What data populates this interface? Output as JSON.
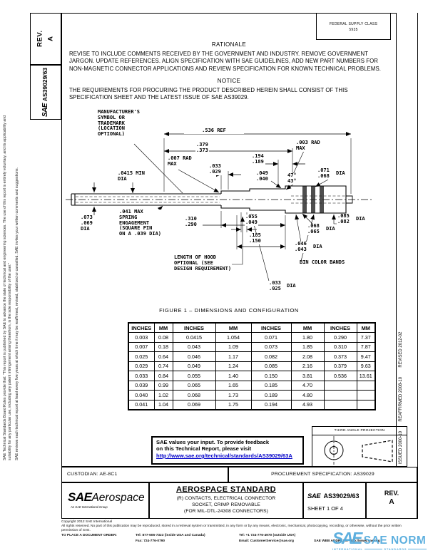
{
  "header": {
    "rev_label": "REV.",
    "rev_value": "A",
    "sae_logo": "SAE",
    "doc_number": "AS39029/63",
    "supply_class_line1": "FEDERAL SUPPLY CLASS",
    "supply_class_line2": "5935"
  },
  "margins": {
    "disclaimer": "SAE Technical Standards Board Rules provide that: \"This report is published by SAE to advance the state of technical and engineering sciences. The use of this report is entirely voluntary, and its applicability and suitability for any particular use, including any patent infringement arising therefrom, is the sole responsibility of the user.\"",
    "review_note": "SAE reviews each technical report at least every five years at which time it may be reaffirmed, revised, stabilized or cancelled. SAE invites your written comments and suggestions.",
    "dates": "ISSUED 2000-10        REAFFIRMED 2008-10        REVISED 2012-02"
  },
  "rationale": {
    "heading": "RATIONALE",
    "body": "REVISE TO INCLUDE COMMENTS RECEIVED BY THE GOVERNMENT AND INDUSTRY. REMOVE GOVERNMENT JARGON. UPDATE REFERENCES. ALIGN SPECIFICATION WITH SAE GUIDELINES, ADD NEW PART NUMBERS FOR NON-MAGNETIC CONNECTOR APPLICATIONS AND REVIEW SPECIFICATION FOR KNOWN TECHNICAL PROBLEMS."
  },
  "notice": {
    "heading": "NOTICE",
    "body": "THE REQUIREMENTS FOR PROCURING THE PRODUCT DESCRIBED HEREIN SHALL CONSIST OF THIS SPECIFICATION SHEET AND THE LATEST ISSUE OF SAE AS39029."
  },
  "drawing": {
    "labels": {
      "mfr": "MANUFACTURER'S\nSYMBOL OR\nTRADEMARK\n(LOCATION\n OPTIONAL)",
      "ref536": ".536 REF",
      "d379": ".379\n.373",
      "rad007": ".007 RAD\nMAX",
      "d194": ".194\n.189",
      "d033_029": ".033\n.029",
      "d0415": ".0415 MIN\nDIA",
      "rad003": ".003 RAD\nMAX",
      "d049_040": ".049\n.040",
      "angle": "47°\n43°",
      "d071_068": ".071\n.068",
      "d085_082": ".085\n.082",
      "d073_069": ".073\n.069\nDIA",
      "spring": ".041 MAX\nSPRING\nENGAGEMENT\n(SQUARE PIN\nON A .039 DIA)",
      "d310_290": ".310\n.290",
      "d055_049": ".055\n.049",
      "d185_150": ".185\n.150",
      "d068_065": ".068\n.065",
      "d046_043": ".046\n.043",
      "bin": "BIN COLOR BANDS",
      "hood": "LENGTH OF HOOD\nOPTIONAL (SEE\nDESIGN REQUIREMENT)",
      "d033_025": ".033\n.025",
      "dia": "DIA"
    }
  },
  "figure_caption": "FIGURE 1 – DIMENSIONS AND CONFIGURATION",
  "table": {
    "headers": [
      "INCHES",
      "MM",
      "INCHES",
      "MM",
      "INCHES",
      "MM",
      "INCHES",
      "MM"
    ],
    "rows": [
      [
        "0.003",
        "0.08",
        "0.0415",
        "1.054",
        "0.071",
        "1.80",
        "0.290",
        "7.37"
      ],
      [
        "0.007",
        "0.18",
        "0.043",
        "1.09",
        "0.073",
        "1.85",
        "0.310",
        "7.87"
      ],
      [
        "0.025",
        "0.64",
        "0.046",
        "1.17",
        "0.082",
        "2.08",
        "0.373",
        "9.47"
      ],
      [
        "0.029",
        "0.74",
        "0.049",
        "1.24",
        "0.085",
        "2.16",
        "0.379",
        "9.63"
      ],
      [
        "0.033",
        "0.84",
        "0.055",
        "1.40",
        "0.150",
        "3.81",
        "0.536",
        "13.61"
      ],
      [
        "0.039",
        "0.99",
        "0.065",
        "1.65",
        "0.185",
        "4.70",
        "",
        ""
      ],
      [
        "0.040",
        "1.02",
        "0.068",
        "1.73",
        "0.189",
        "4.80",
        "",
        ""
      ],
      [
        "0.041",
        "1.04",
        "0.069",
        "1.75",
        "0.194",
        "4.93",
        "",
        ""
      ]
    ]
  },
  "feedback": {
    "line1": "SAE values your input. To provide feedback",
    "line2": "on this Technical Report, please visit",
    "link": "http://www.sae.org/technical/standards/AS39029/63A"
  },
  "projection_title": "THIRD ANGLE PROJECTION",
  "footer": {
    "custodian": "CUSTODIAN: AE-8C1",
    "procurement": "PROCUREMENT SPECIFICATION: AS39029",
    "logo_sae": "SAE",
    "logo_aerospace": "Aerospace",
    "logo_subtitle": "An SAE International Group",
    "standard_title": "AEROSPACE STANDARD",
    "doc_title_line1": "(R) CONTACTS, ELECTRICAL CONNECTOR",
    "doc_title_line2": "SOCKET, CRIMP REMOVABLE",
    "doc_title_line3": "(FOR MIL-DTL-24308 CONNECTORS)",
    "sae_logo": "SAE",
    "doc_number": "AS39029/63",
    "sheet": "SHEET 1 OF 4",
    "rev_label": "REV.",
    "rev_value": "A"
  },
  "fine_print": {
    "copyright": "Copyright 2012 SAE International",
    "rights": "All rights reserved. No part of this publication may be reproduced, stored in a retrieval system or transmitted, in any form or by any means, electronic, mechanical, photocopying, recording, or otherwise, without the prior written permission of SAE.",
    "order_label": "TO PLACE A DOCUMENT ORDER:",
    "tel1": "Tel: 877-606-7323 (inside USA and Canada)",
    "tel2": "Tel: +1 724-776-4970 (outside USA)",
    "fax": "Fax: 724-776-0790",
    "email": "Email: CustomerService@sae.org",
    "web": "SAE WEB ADDRESS: http://www.sae.org"
  },
  "watermark": {
    "logo": "SAE",
    "name": "SAE NORM",
    "sub_left": "INTERNATIONAL",
    "sub_right": "STANDARDS",
    "color": "#55abdd"
  }
}
